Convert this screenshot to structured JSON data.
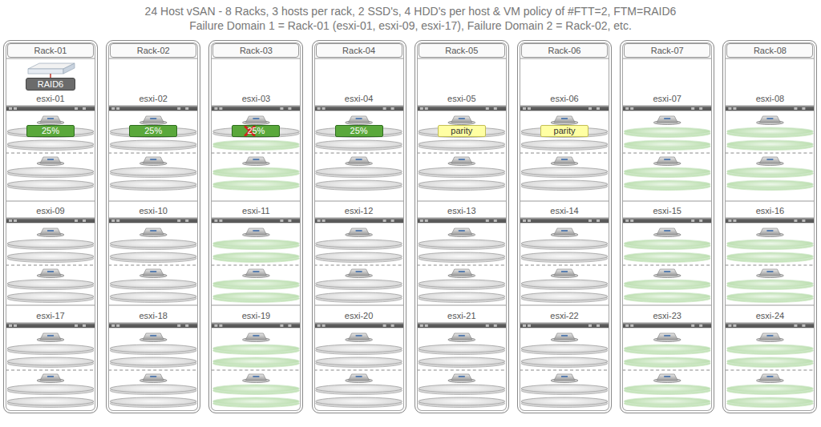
{
  "diagram": {
    "title": "24 Host vSAN - 8 Racks, 3 hosts per rack, 2 SSD's, 4 HDD's per host & VM policy of #FTT=2, FTM=RAID6",
    "nodes": [
      {
        "text": [
          "Rack-01"
        ]
      },
      {
        "text": [
          "RAID6"
        ],
        "in": 0
      },
      {
        "text": [
          "esxi-01"
        ],
        "in": 0
      },
      {
        "text": [
          "25%"
        ],
        "in": 2
      },
      {
        "text": [
          "esxi-09"
        ],
        "in": 0
      },
      {
        "text": [
          "esxi-17"
        ],
        "in": 0
      },
      {
        "text": [
          "Rack-02"
        ]
      },
      {
        "text": [
          "esxi-02"
        ],
        "in": 6
      },
      {
        "text": [
          "25%"
        ],
        "in": 7
      },
      {
        "text": [
          "esxi-10"
        ],
        "in": 6
      },
      {
        "text": [
          "esxi-18"
        ],
        "in": 6
      },
      {
        "text": [
          "Rack-03"
        ]
      },
      {
        "text": [
          "esxi-03"
        ],
        "in": 11
      },
      {
        "text": [
          "25%"
        ],
        "in": 12
      },
      {
        "text": [
          "esxi-11"
        ],
        "in": 11
      },
      {
        "text": [
          "esxi-19"
        ],
        "in": 11
      },
      {
        "text": [
          "Rack-04"
        ]
      },
      {
        "text": [
          "esxi-04"
        ],
        "in": 16
      },
      {
        "text": [
          "25%"
        ],
        "in": 17
      },
      {
        "text": [
          "esxi-12"
        ],
        "in": 16
      },
      {
        "text": [
          "esxi-20"
        ],
        "in": 16
      },
      {
        "text": [
          "Rack-05"
        ]
      },
      {
        "text": [
          "esxi-05"
        ],
        "in": 21
      },
      {
        "text": [
          "parity"
        ],
        "in": 22
      },
      {
        "text": [
          "esxi-13"
        ],
        "in": 21
      },
      {
        "text": [
          "esxi-21"
        ],
        "in": 21
      },
      {
        "text": [
          "Rack-06"
        ]
      },
      {
        "text": [
          "esxi-06"
        ],
        "in": 26
      },
      {
        "text": [
          "parity"
        ],
        "in": 27
      },
      {
        "text": [
          "esxi-14"
        ],
        "in": 26
      },
      {
        "text": [
          "esxi-22"
        ],
        "in": 26
      },
      {
        "text": [
          "Rack-07"
        ]
      },
      {
        "text": [
          "esxi-07"
        ],
        "in": 31
      },
      {
        "text": [
          "esxi-15"
        ],
        "in": 31
      },
      {
        "text": [
          "esxi-23"
        ],
        "in": 31
      },
      {
        "text": [
          "Rack-08"
        ]
      },
      {
        "text": [
          "esxi-08"
        ],
        "in": 35
      },
      {
        "text": [
          "esxi-16"
        ],
        "in": 35
      },
      {
        "text": [
          "esxi-24"
        ],
        "in": 35
      }
    ],
    "labels": [
      "Failure Domain 1 = Rack-01 (esxi-01, esxi-09, esxi-17), Failure Domain 2 = Rack-02, etc."
    ]
  }
}
